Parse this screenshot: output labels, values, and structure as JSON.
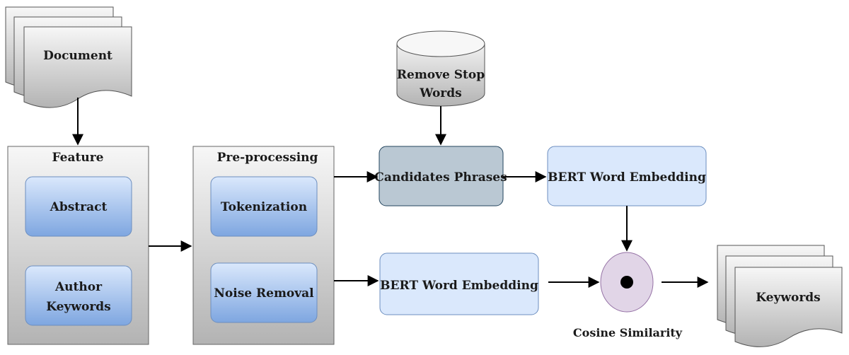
{
  "document": {
    "label": "Document"
  },
  "stopwords": {
    "line1": "Remove Stop",
    "line2": "Words"
  },
  "feature": {
    "title": "Feature",
    "abstract": "Abstract",
    "author_keywords_line1": "Author",
    "author_keywords_line2": "Keywords"
  },
  "preprocessing": {
    "title": "Pre-processing",
    "tokenization": "Tokenization",
    "noise_removal": "Noise Removal"
  },
  "candidates": {
    "label": "Candidates Phrases"
  },
  "bert_top": {
    "label": "BERT Word Embedding"
  },
  "bert_bottom": {
    "label": "BERT Word Embedding"
  },
  "cosine": {
    "label": "Cosine Similarity"
  },
  "keywords": {
    "label": "Keywords"
  },
  "colors": {
    "box_gray_light": "#f2f2f2",
    "box_gray_dark": "#b3b3b3",
    "inner_blue_light": "#dae8fc",
    "inner_blue_dark": "#7ea6e0",
    "candidates_fill": "#bac8d3",
    "candidates_stroke": "#23445d",
    "bert_fill": "#dae8fc",
    "bert_stroke": "#6c8ebf",
    "cosine_fill": "#e1d5e7",
    "cosine_stroke": "#9673a6"
  }
}
